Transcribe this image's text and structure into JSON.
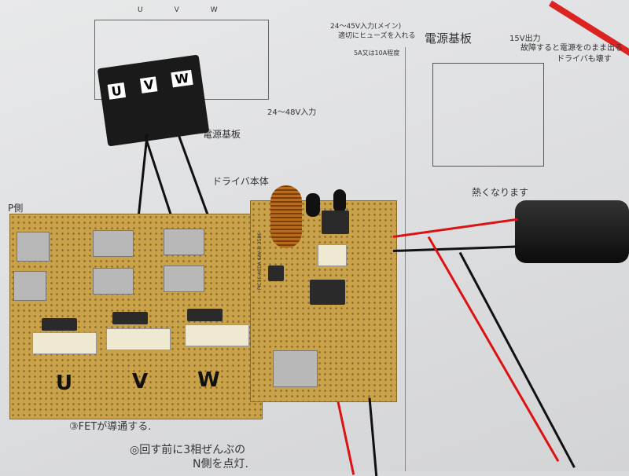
{
  "notes": {
    "power_board_title": "電源基板",
    "output_note": "15V出力",
    "failure_note_1": "故障すると電源をのまま出る",
    "failure_note_2": "ドライバも壊す",
    "input_note_1": "24〜45V入力(メイン)",
    "input_note_2": "適切にヒューズを入れる",
    "input_note_3": "5A又は10A程度",
    "input_note_4": "24〜48V入力",
    "power_board_label": "電源基板",
    "driver_body": "ドライバ本体",
    "heat_note": "熱くなります",
    "p_side": "P側",
    "fet_note": "③FETが導通する.",
    "before_run_1": "◎回す前に3相ぜんぶの",
    "before_run_2": "N側を点灯.",
    "top_labels": [
      "U",
      "V",
      "W"
    ],
    "board_text": "PIC16 ACDA 6AV-D 2586"
  },
  "connector_labels": [
    "U",
    "V",
    "W"
  ],
  "silk_labels": [
    "U",
    "V",
    "W"
  ]
}
